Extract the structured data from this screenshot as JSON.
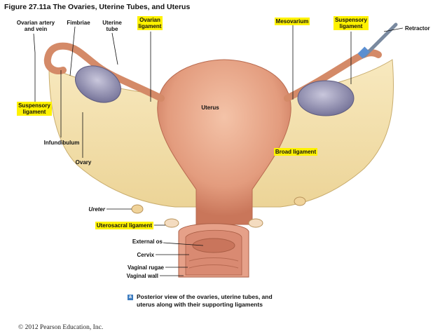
{
  "figure_title": "Figure 27.11a  The Ovaries, Uterine Tubes, and Uterus",
  "labels": {
    "ovarian_artery_vein": "Ovarian artery\nand vein",
    "fimbriae": "Fimbriae",
    "uterine_tube": "Uterine\ntube",
    "ovarian_ligament": "Ovarian\nligament",
    "mesovarium": "Mesovarium",
    "suspensory_ligament_right": "Suspensory\nligament",
    "retractor": "Retractor",
    "suspensory_ligament_left": "Suspensory\nligament",
    "uterus": "Uterus",
    "infundibulum": "Infundibulum",
    "ovary": "Ovary",
    "broad_ligament": "Broad ligament",
    "ureter": "Ureter",
    "uterosacral_ligament": "Uterosacral ligament",
    "external_os": "External os",
    "cervix": "Cervix",
    "vaginal_rugae": "Vaginal rugae",
    "vaginal_wall": "Vaginal wall"
  },
  "caption": {
    "badge": "a",
    "text_line1": "Posterior view of the ovaries, uterine tubes, and",
    "text_line2": "uterus along with their supporting ligaments"
  },
  "copyright": "© 2012 Pearson Education, Inc.",
  "colors": {
    "highlight": "#fff200",
    "uterus_fill": "#e8a487",
    "ligament_fill": "#f3dfa8",
    "ovary_fill": "#9a97b8",
    "tube_fill": "#d99473",
    "badge": "#3b7bbf"
  }
}
